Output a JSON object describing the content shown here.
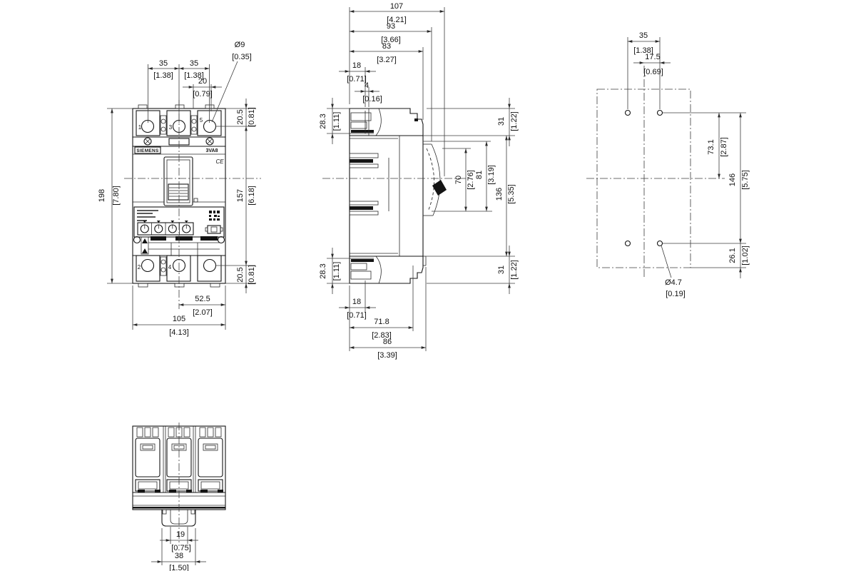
{
  "colors": {
    "line": "#141414",
    "dimension": "#3c3c3c",
    "background": "#ffffff"
  },
  "front_view": {
    "brand_label": "SIEMENS",
    "model_label": "3VA8",
    "ce_label": "CE",
    "terminals": {
      "t1": "1",
      "t3": "3",
      "t5": "5",
      "t2": "2",
      "t4": "4"
    },
    "dims": {
      "pitch_a": {
        "mm": "35",
        "in": "[1.38]"
      },
      "pitch_b": {
        "mm": "35",
        "in": "[1.38]"
      },
      "offset_20": {
        "mm": "20",
        "in": "[0.79]"
      },
      "hole_dia": {
        "mm": "Ø9",
        "in": "[0.35]"
      },
      "top_terminal": {
        "mm": "20.5",
        "in": "[0.81]"
      },
      "terminal_span": {
        "mm": "157",
        "in": "[6.18]"
      },
      "bottom_terminal": {
        "mm": "20.5",
        "in": "[0.81]"
      },
      "height": {
        "mm": "198",
        "in": "[7.80]"
      },
      "half_width": {
        "mm": "52.5",
        "in": "[2.07]"
      },
      "width": {
        "mm": "105",
        "in": "[4.13]"
      }
    }
  },
  "side_view": {
    "dims": {
      "depth_max": {
        "mm": "107",
        "in": "[4.21]"
      },
      "depth_handle": {
        "mm": "93",
        "in": "[3.66]"
      },
      "depth_cover": {
        "mm": "83",
        "in": "[3.27]"
      },
      "terminal_depth_top": {
        "mm": "18",
        "in": "[0.71]"
      },
      "gap": {
        "mm": "4",
        "in": "[0.16]"
      },
      "terminal_h_top": {
        "mm": "28.3",
        "in": "[1.11]"
      },
      "terminal_h_bottom": {
        "mm": "28.3",
        "in": "[1.11]"
      },
      "cap_top": {
        "mm": "31",
        "in": "[1.22]"
      },
      "handle_travel": {
        "mm": "70",
        "in": "[2.76]"
      },
      "escutcheon_h": {
        "mm": "81",
        "in": "[3.19]"
      },
      "front_h": {
        "mm": "136",
        "in": "[5.35]"
      },
      "cap_bottom": {
        "mm": "31",
        "in": "[1.22]"
      },
      "terminal_depth_bottom": {
        "mm": "18",
        "in": "[0.71]"
      },
      "depth_mid": {
        "mm": "71.8",
        "in": "[2.83]"
      },
      "depth_base": {
        "mm": "86",
        "in": "[3.39]"
      }
    }
  },
  "drill_plan": {
    "dims": {
      "hole_pitch": {
        "mm": "35",
        "in": "[1.38]"
      },
      "half_pitch": {
        "mm": "17.5",
        "in": "[0.69]"
      },
      "center_to_top": {
        "mm": "73.1",
        "in": "[2.87]"
      },
      "hole_span": {
        "mm": "146",
        "in": "[5.75]"
      },
      "bottom_offset": {
        "mm": "26.1",
        "in": "[1.02]"
      },
      "hole_dia": {
        "mm": "Ø4.7",
        "in": "[0.19]"
      }
    }
  },
  "bottom_view": {
    "dims": {
      "din_slot": {
        "mm": "19",
        "in": "[0.75]"
      },
      "din_tab": {
        "mm": "38",
        "in": "[1.50]"
      }
    }
  }
}
